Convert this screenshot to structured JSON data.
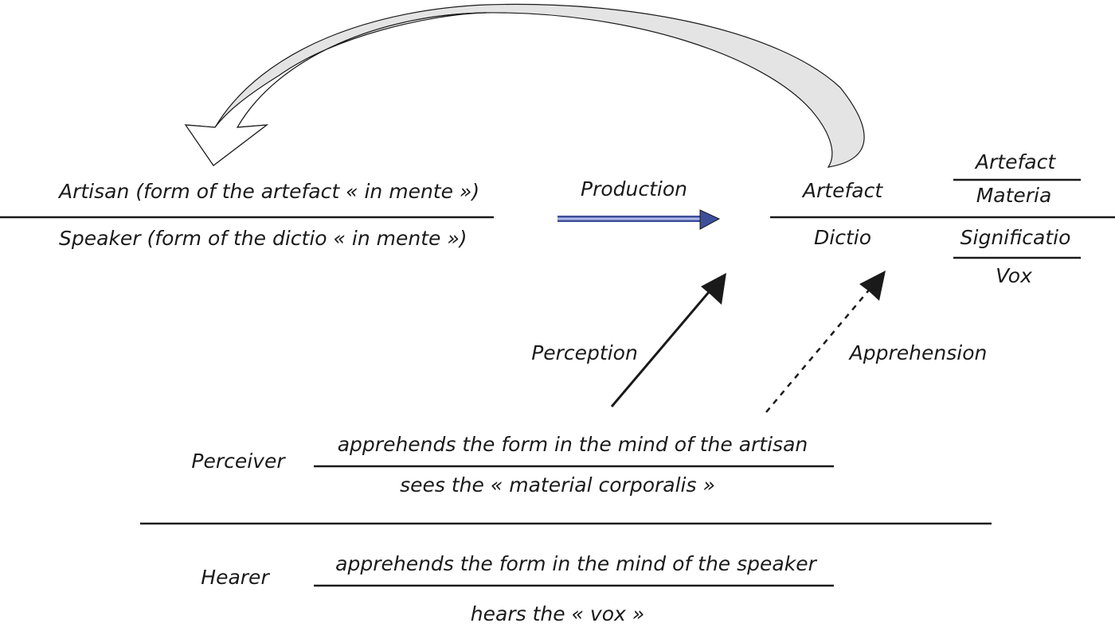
{
  "colors": {
    "ink": "#1a1a1a",
    "production_arrow_blue": "#3d4f9a",
    "production_arrow_fill": "#7f93d0",
    "return_arrow_fill": "#e4e4e4"
  },
  "producer": {
    "top_label": "Artisan (form of the artefact « in mente »)",
    "bottom_label": "Speaker (form of the dictio « in mente »)"
  },
  "production": {
    "label": "Production"
  },
  "product": {
    "top_label": "Artefact",
    "bottom_label": "Dictio",
    "artefact_fraction": {
      "numerator": "Artefact",
      "denominator": "Materia"
    },
    "dictio_fraction": {
      "numerator": "Significatio",
      "denominator": "Vox"
    }
  },
  "perception": {
    "label": "Perception"
  },
  "apprehension": {
    "label": "Apprehension"
  },
  "perceiver": {
    "label": "Perceiver",
    "top_text": "apprehends the form in the mind of the artisan",
    "bottom_text": "sees the « material corporalis »"
  },
  "hearer": {
    "label": "Hearer",
    "top_text": "apprehends the form in the mind of the speaker",
    "bottom_text": "hears the « vox »"
  }
}
